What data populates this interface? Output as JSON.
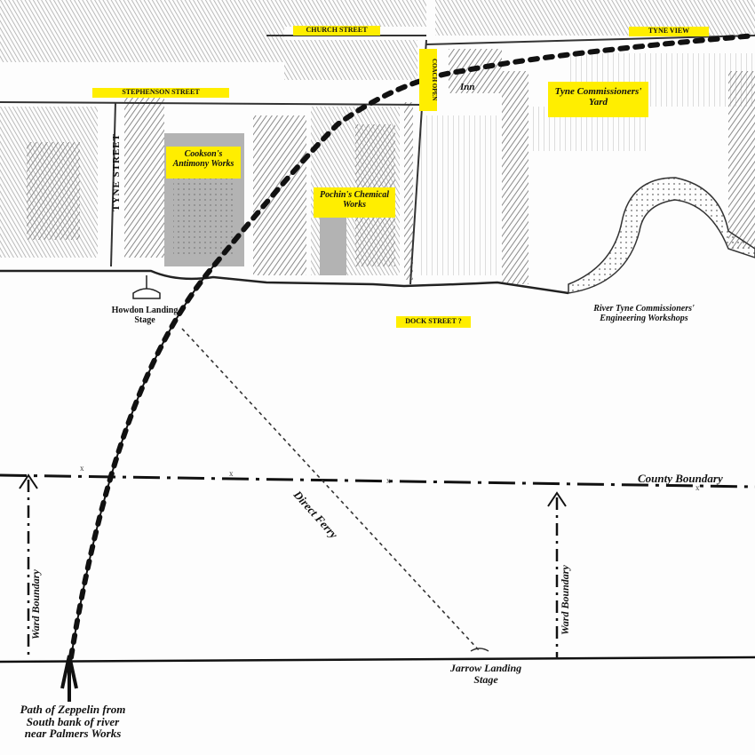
{
  "streets": {
    "church_street": "CHURCH STREET",
    "tyne_view": "TYNE VIEW",
    "stephenson_street": "STEPHENSON STREET",
    "tyne_street": "TYNE STREET",
    "coach_open": "COACH OPEN",
    "dock_street": "DOCK STREET ?"
  },
  "buildings": {
    "inn": "Inn",
    "tyne_commissioners_yard_1": "Tyne Commissioners'",
    "tyne_commissioners_yard_2": "Yard",
    "cooksons_1": "Cookson's",
    "cooksons_2": "Antimony Works",
    "pochins_1": "Pochin's Chemical",
    "pochins_2": "Works"
  },
  "shore_labels": {
    "howdon_1": "Howdon Landing",
    "howdon_2": "Stage",
    "engineering_1": "River Tyne Commissioners'",
    "engineering_2": "Engineering Workshops"
  },
  "river_labels": {
    "direct_ferry": "Direct Ferry",
    "county_boundary": "County Boundary",
    "ward_boundary_left": "Ward Boundary",
    "ward_boundary_right": "Ward Boundary",
    "jarrow_1": "Jarrow Landing",
    "jarrow_2": "Stage"
  },
  "caption": {
    "line1": "Path of Zeppelin from",
    "line2": "South bank of river",
    "line3": "near Palmers Works"
  },
  "colors": {
    "highlight": "#ffee00",
    "ink": "#111111",
    "paper": "#fdfdfd",
    "hatch": "#9a9a9a"
  }
}
